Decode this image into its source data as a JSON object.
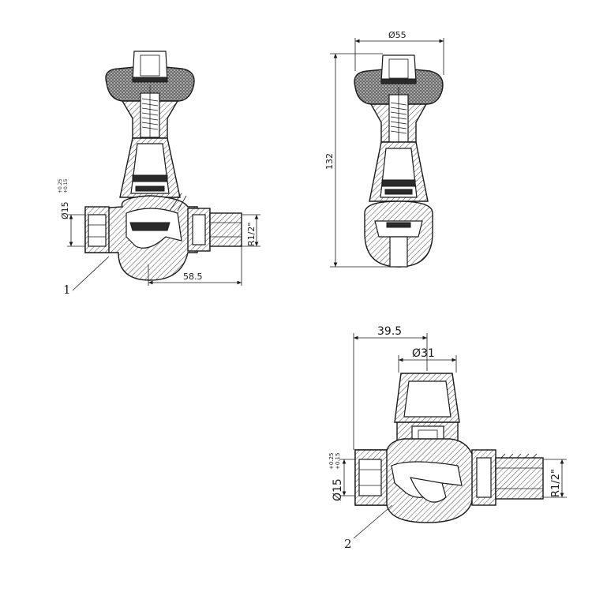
{
  "views": {
    "valve1": {
      "label": "1",
      "dim_pipe_diameter": "Ø15",
      "tol_upper": "+0.25",
      "tol_lower": "+0.15",
      "dim_thread": "R1/2\"",
      "dim_length": "58.5"
    },
    "valve1_side": {
      "dim_diameter": "Ø55",
      "dim_height": "132"
    },
    "valve2": {
      "label": "2",
      "dim_pipe_diameter": "Ø15",
      "tol_upper": "+0.25",
      "tol_lower": "+0.15",
      "dim_thread": "R1/2\"",
      "dim_offset": "39.5",
      "dim_cap_diameter": "Ø31"
    }
  }
}
